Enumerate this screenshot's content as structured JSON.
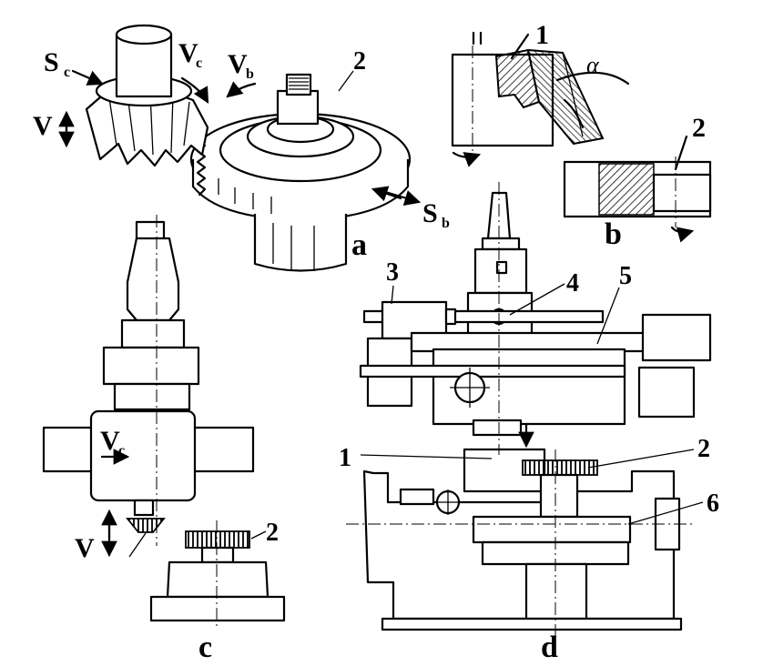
{
  "panels": {
    "a": {
      "letter": "a",
      "labels": {
        "sc": "S",
        "sc_sub": "c",
        "vc": "V",
        "vc_sub": "c",
        "vb": "V",
        "vb_sub": "b",
        "v": "V",
        "sb": "S",
        "sb_sub": "b",
        "part2": "2"
      }
    },
    "b": {
      "letter": "b",
      "labels": {
        "part1": "1",
        "part2": "2",
        "alpha": "α"
      }
    },
    "c": {
      "letter": "c",
      "labels": {
        "vc": "V",
        "vc_sub": "c",
        "v": "V",
        "part2": "2"
      }
    },
    "d": {
      "letter": "d",
      "labels": {
        "n1": "1",
        "n2": "2",
        "n3": "3",
        "n4": "4",
        "n5": "5",
        "n6": "6"
      }
    }
  }
}
